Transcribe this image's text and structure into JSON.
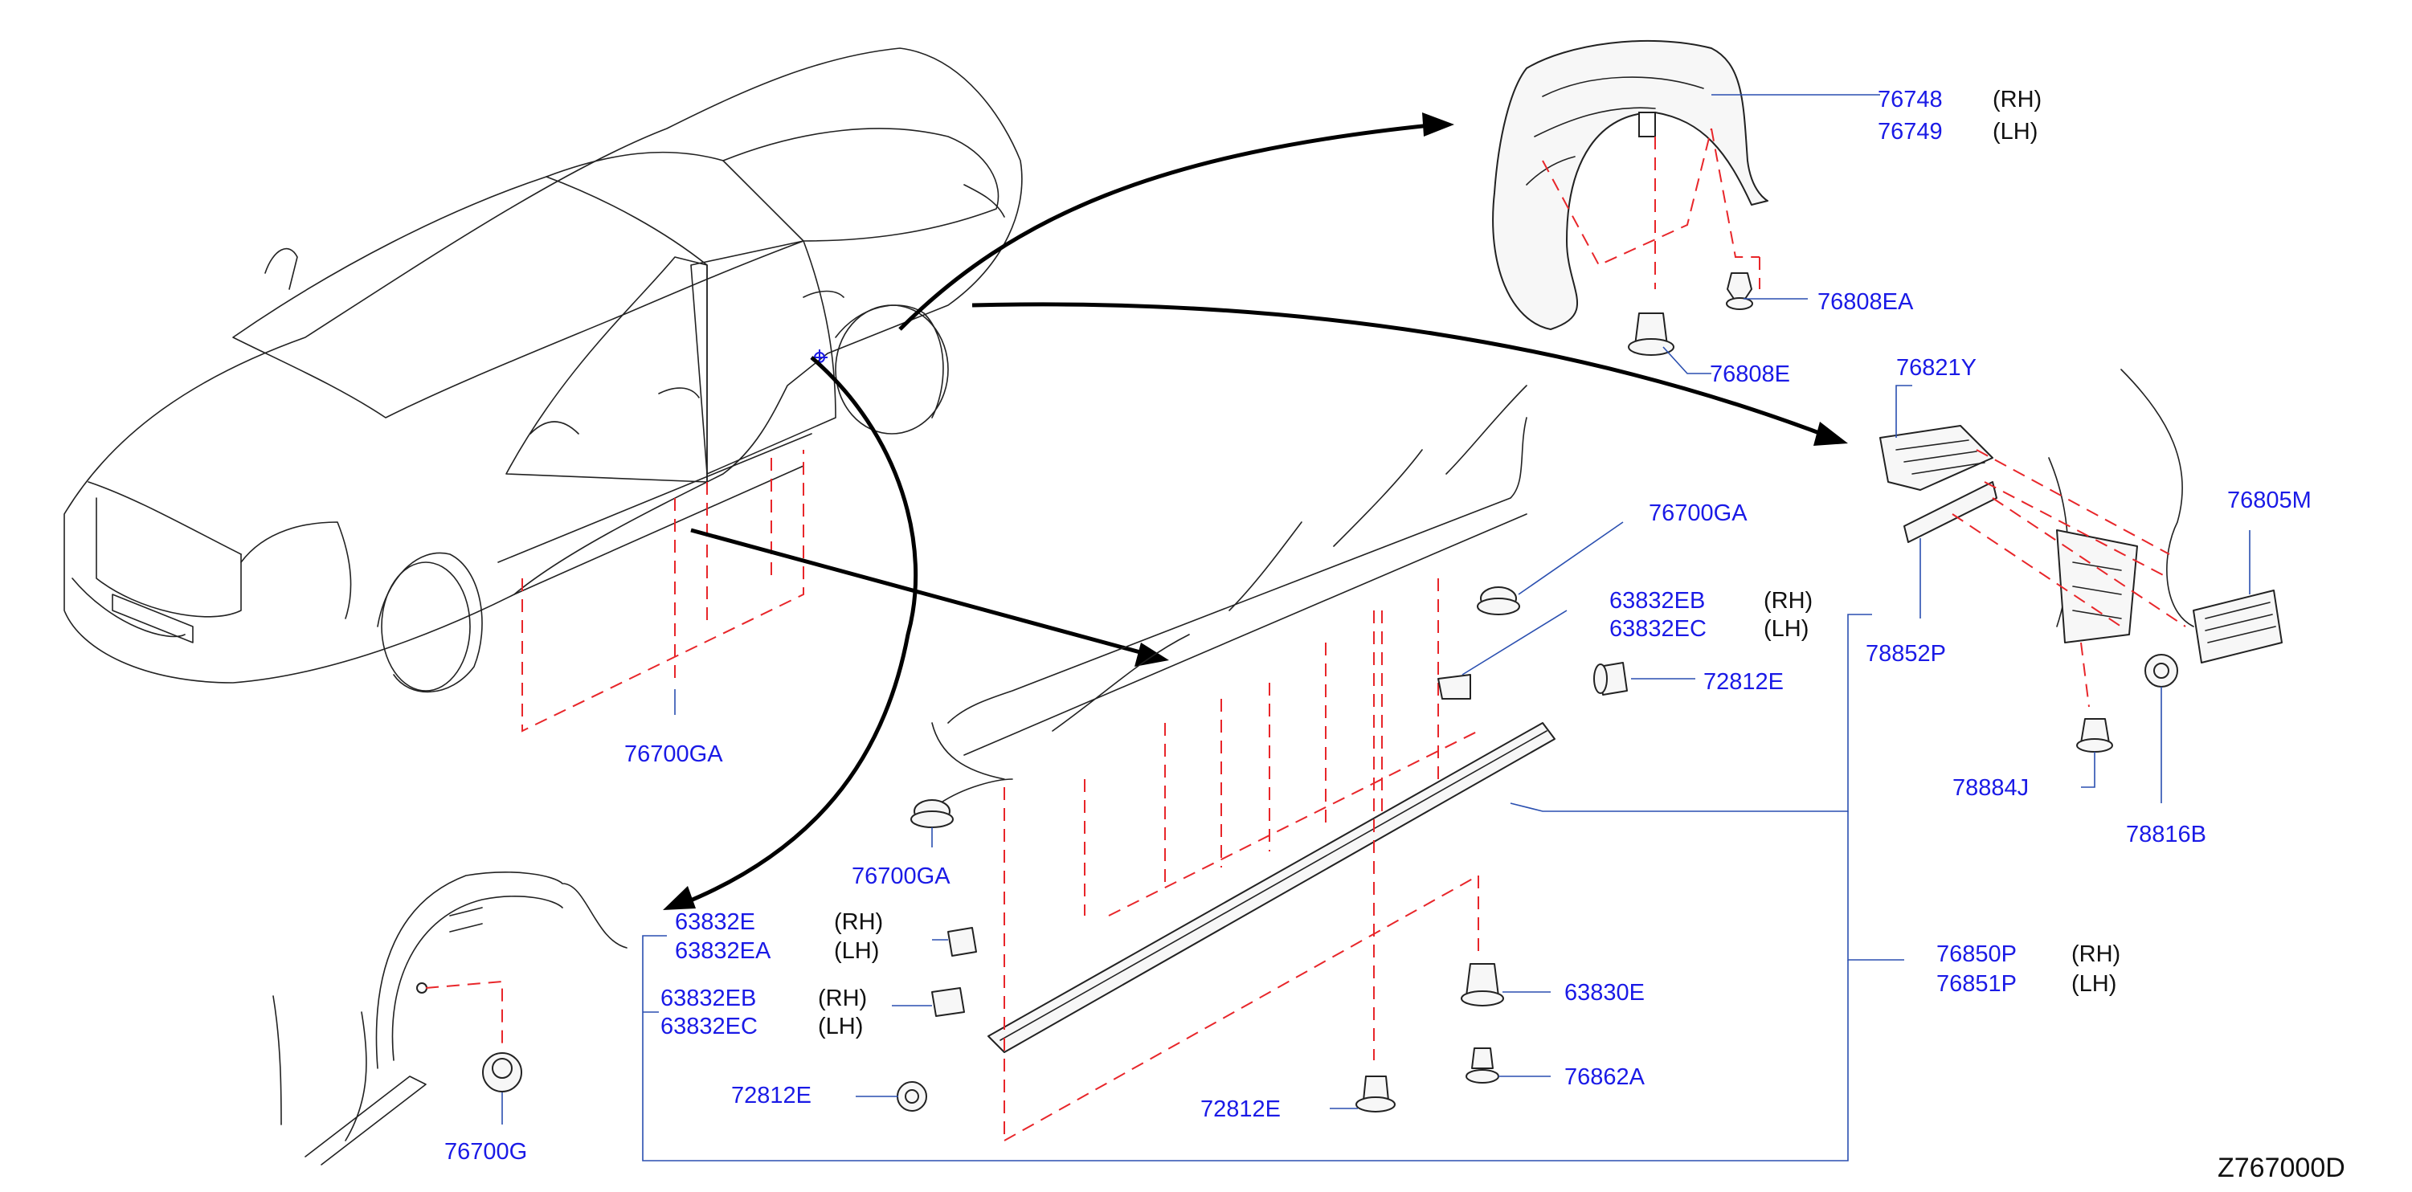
{
  "diagram_code": "Z767000D",
  "labels": {
    "p76748": "76748",
    "p76748_side": "(RH)",
    "p76749": "76749",
    "p76749_side": "(LH)",
    "p76808EA": "76808EA",
    "p76808E": "76808E",
    "p76821Y": "76821Y",
    "p76805M": "76805M",
    "p78852P": "78852P",
    "p78884J": "78884J",
    "p78816B": "78816B",
    "p76700GA_a": "76700GA",
    "p76700GA_b": "76700GA",
    "p76700GA_c": "76700GA",
    "p63832EB_a": "63832EB",
    "p63832EB_a_side": "(RH)",
    "p63832EC_a": "63832EC",
    "p63832EC_a_side": "(LH)",
    "p72812E_a": "72812E",
    "p72812E_b": "72812E",
    "p72812E_c": "72812E",
    "p63832E": "63832E",
    "p63832E_side": "(RH)",
    "p63832EA": "63832EA",
    "p63832EA_side": "(LH)",
    "p63832EB_b": "63832EB",
    "p63832EB_b_side": "(RH)",
    "p63832EC_b": "63832EC",
    "p63832EC_b_side": "(LH)",
    "p63830E": "63830E",
    "p76862A": "76862A",
    "p76850P": "76850P",
    "p76850P_side": "(RH)",
    "p76851P": "76851P",
    "p76851P_side": "(LH)",
    "p76700G": "76700G"
  }
}
